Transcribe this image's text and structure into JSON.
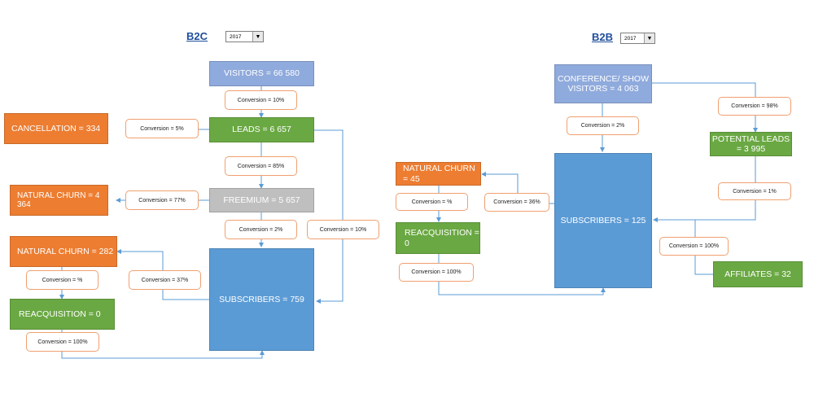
{
  "b2c": {
    "title": "B2C",
    "year": "2017",
    "nodes": {
      "visitors": "VISITORS =   66 580",
      "leads": "LEADS =   6 657",
      "cancellation": "CANCELLATION =   334",
      "natural_churn_1": "NATURAL CHURN =  4 364",
      "freemium": "FREEMIUM =   5 657",
      "natural_churn_2": "NATURAL CHURN =   282",
      "reacquisition": "REACQUISITION =   0",
      "subscribers": "SUBSCRIBERS =    759"
    },
    "conversions": {
      "visitors_leads": "Conversion = 10%",
      "leads_cancel": "Conversion = 5%",
      "leads_freemium": "Conversion = 85%",
      "freemium_churn": "Conversion = 77%",
      "freemium_subs": "Conversion = 2%",
      "leads_subs": "Conversion = 10%",
      "subs_churn": "Conversion = 37%",
      "churn_reacq": "Conversion = %",
      "reacq_subs": "Conversion = 100%"
    }
  },
  "b2b": {
    "title": "B2B",
    "year": "2017",
    "nodes": {
      "conference": "CONFERENCE/ SHOW VISITORS =  4 063",
      "potential_leads": "POTENTIAL LEADS =  3 995",
      "natural_churn": "NATURAL CHURN =  45",
      "reacquisition": "REACQUISITION =  0",
      "subscribers": "SUBSCRIBERS =     125",
      "affiliates": "AFFILIATES =    32"
    },
    "conversions": {
      "conf_potential": "Conversion = 98%",
      "conf_subs": "Conversion = 2%",
      "potential_subs": "Conversion = 1%",
      "subs_churn": "Conversion = 36%",
      "churn_reacq": "Conversion = %",
      "reacq_subs": "Conversion = 100%",
      "affiliates_subs": "Conversion = 100%"
    }
  },
  "colors": {
    "orange": "#ed7d31",
    "green": "#6aa843",
    "purple": "#8faadc",
    "gray": "#bfbfbf",
    "blue": "#5b9bd5",
    "arrow": "#5b9bd5"
  }
}
